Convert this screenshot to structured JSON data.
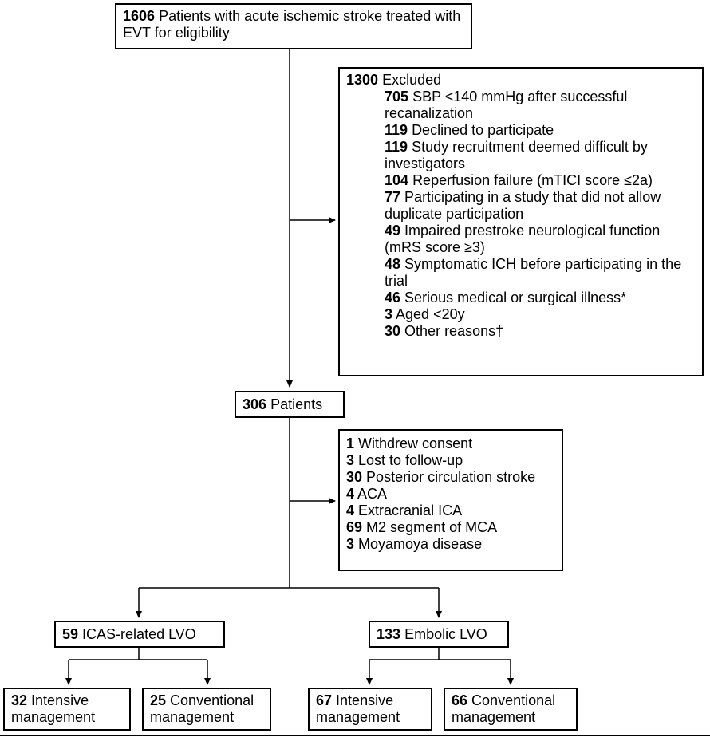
{
  "screening": {
    "count": "1606",
    "text": "Patients with acute ischemic stroke treated with EVT for eligibility"
  },
  "excluded": {
    "count": "1300",
    "label": "Excluded",
    "items": [
      {
        "count": "705",
        "text": "SBP <140 mmHg after successful recanalization"
      },
      {
        "count": "119",
        "text": "Declined to participate"
      },
      {
        "count": "119",
        "text": "Study recruitment deemed difficult by investigators"
      },
      {
        "count": "104",
        "text": "Reperfusion failure (mTICI score ≤2a)"
      },
      {
        "count": "77",
        "text": "Participating in a study that did not allow duplicate participation"
      },
      {
        "count": "49",
        "text": "Impaired prestroke neurological function (mRS score ≥3)"
      },
      {
        "count": "48",
        "text": "Symptomatic ICH before participating in the trial"
      },
      {
        "count": "46",
        "text": "Serious medical or surgical illness*"
      },
      {
        "count": "3",
        "text": "Aged <20y"
      },
      {
        "count": "30",
        "text": "Other reasons†"
      }
    ]
  },
  "patients": {
    "count": "306",
    "text": "Patients"
  },
  "removed": {
    "items": [
      {
        "count": "1",
        "text": "Withdrew consent"
      },
      {
        "count": "3",
        "text": "Lost to follow-up"
      },
      {
        "count": "30",
        "text": "Posterior circulation stroke"
      },
      {
        "count": "4",
        "text": "ACA"
      },
      {
        "count": "4",
        "text": "Extracranial ICA"
      },
      {
        "count": "69",
        "text": "M2 segment of MCA"
      },
      {
        "count": "3",
        "text": "Moyamoya disease"
      }
    ]
  },
  "icas": {
    "count": "59",
    "text": "ICAS-related LVO"
  },
  "embolic": {
    "count": "133",
    "text": "Embolic LVO"
  },
  "icas_intensive": {
    "count": "32",
    "text": "Intensive management"
  },
  "icas_conventional": {
    "count": "25",
    "text": "Conventional management"
  },
  "emb_intensive": {
    "count": "67",
    "text": "Intensive management"
  },
  "emb_conventional": {
    "count": "66",
    "text": "Conventional management"
  }
}
